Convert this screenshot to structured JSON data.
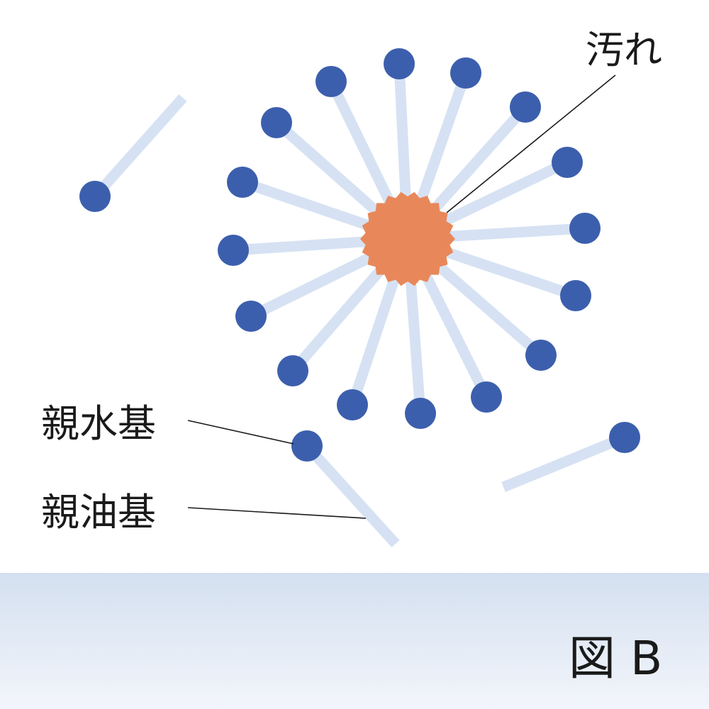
{
  "labels": {
    "dirt": "汚れ",
    "hydrophilic": "親水基",
    "lipophilic": "親油基",
    "figure": "図 B"
  },
  "colors": {
    "head": "#3c5fad",
    "tail": "#d6e2f3",
    "dirt": "#e8885a",
    "ground_top": "#d4e0f0",
    "ground_bottom": "#f2f5fb",
    "leader": "#1a1a1a"
  }
}
